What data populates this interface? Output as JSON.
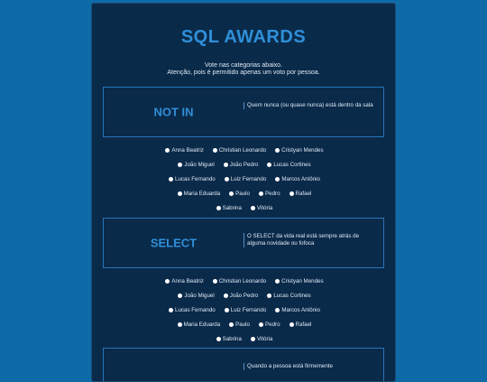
{
  "title": "SQL AWARDS",
  "intro": [
    "Vote nas categorias abaixo.",
    "Atenção, pois é permitido apenas um voto por pessoa."
  ],
  "categories": [
    {
      "name": "NOT IN",
      "description": "Quem nunca (ou quase nunca) está dentro da sala",
      "options": [
        [
          "Anna Beatriz",
          "Christian Leonardo",
          "Cristyan Mendes"
        ],
        [
          "João Miguel",
          "João Pedro",
          "Lucas Cortines"
        ],
        [
          "Lucas Fernando",
          "Luiz Fernando",
          "Marcos Antônio"
        ],
        [
          "Maria Eduarda",
          "Paulo",
          "Pedro",
          "Rafael"
        ],
        [
          "Sabrina",
          "Vitória"
        ]
      ]
    },
    {
      "name": "SELECT",
      "description": "O SELECT da vida real está sempre atrás de alguma novidade ou fofoca",
      "options": [
        [
          "Anna Beatriz",
          "Christian Leonardo",
          "Cristyan Mendes"
        ],
        [
          "João Miguel",
          "João Pedro",
          "Lucas Cortines"
        ],
        [
          "Lucas Fernando",
          "Luiz Fernando",
          "Marcos Antônio"
        ],
        [
          "Maria Eduarda",
          "Paulo",
          "Pedro",
          "Rafael"
        ],
        [
          "Sabrina",
          "Vitória"
        ]
      ]
    },
    {
      "name": "",
      "description": "Quando a pessoa está firmemente",
      "options": []
    }
  ]
}
